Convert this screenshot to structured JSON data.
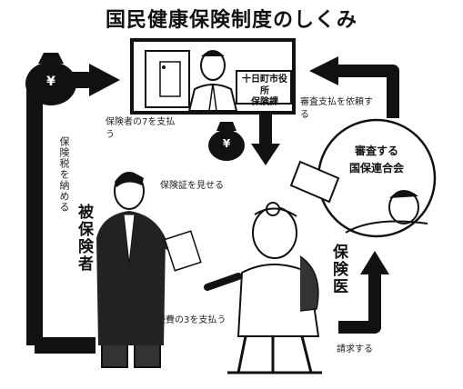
{
  "title": "国民健康保険制度のしくみ",
  "actors": {
    "insured": "被保険者",
    "doctor": "保険医",
    "office_sign_line1": "十日町市役所",
    "office_sign_line2": "保険課",
    "union_line1": "審査する",
    "union_line2": "国保連合会"
  },
  "labels": {
    "pay_tax": "保険税を納める",
    "office_pays": "保険者の7を支払う",
    "review_pay": "審査支払を依頼する",
    "show_card": "保険証を見せる",
    "patient_pays": "医療費の3を支払う",
    "claim": "請求する"
  },
  "icons": {
    "money_bag": "yen-money-bag-icon",
    "yen_symbol": "¥"
  }
}
